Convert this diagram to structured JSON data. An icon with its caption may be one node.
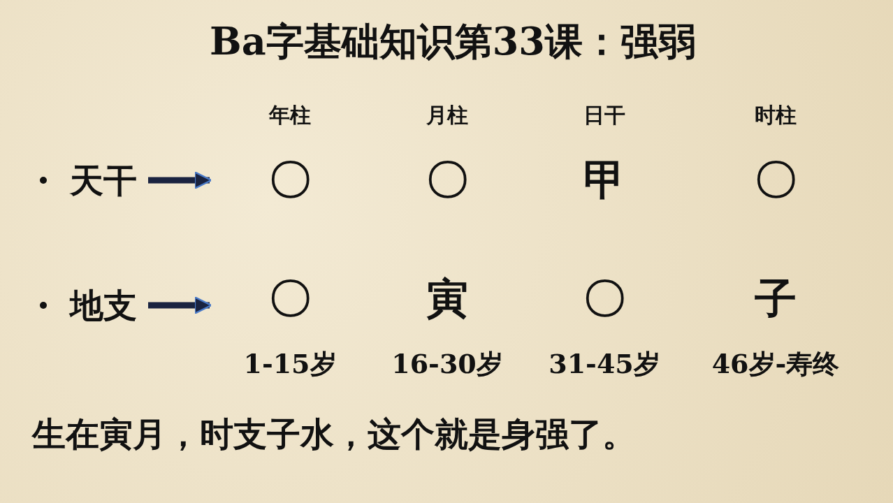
{
  "diagram": {
    "title": "Ba字基础知识第33课：强弱",
    "nodes": [
      {
        "text": [
          "天干"
        ]
      },
      {
        "text": [
          "地支"
        ]
      }
    ],
    "edges": [
      {
        "from": 0,
        "to": null,
        "arrow": "to"
      },
      {
        "from": 1,
        "to": null,
        "arrow": "to"
      }
    ],
    "labels": [
      "年柱",
      "月柱",
      "日干",
      "时柱",
      "〇",
      "〇",
      "甲",
      "〇",
      "〇",
      "寅",
      "〇",
      "子",
      "1-15岁",
      "16-30岁",
      "31-45岁",
      "46岁-寿终",
      "生在寅月，时支子水，这个就是身强了。"
    ]
  }
}
